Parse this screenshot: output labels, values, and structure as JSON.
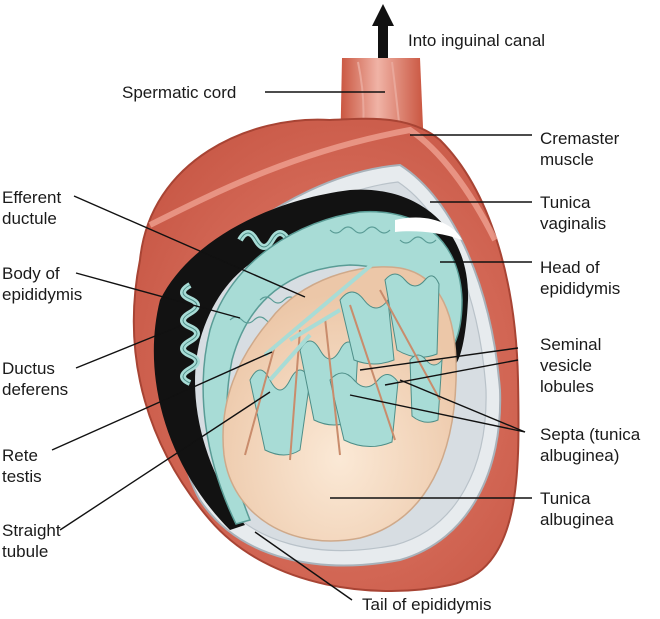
{
  "labels": {
    "inguinal": "Into inguinal canal",
    "spermatic_cord": "Spermatic cord",
    "cremaster": [
      "Cremaster",
      "muscle"
    ],
    "tunica_vaginalis": [
      "Tunica",
      "vaginalis"
    ],
    "head_epididymis": [
      "Head of",
      "epididymis"
    ],
    "seminal_vesicle": [
      "Seminal",
      "vesicle",
      "lobules"
    ],
    "septa": [
      "Septa (tunica",
      "albuginea)"
    ],
    "tunica_albuginea": [
      "Tunica",
      "albuginea"
    ],
    "tail_epididymis": "Tail of epididymis",
    "efferent": [
      "Efferent",
      "ductule"
    ],
    "body_epididymis": [
      "Body of",
      "epididymis"
    ],
    "ductus": [
      "Ductus",
      "deferens"
    ],
    "rete": [
      "Rete",
      "testis"
    ],
    "straight": [
      "Straight",
      "tubule"
    ]
  },
  "colors": {
    "muscle": "#d4604e",
    "muscle_dark": "#b84a3a",
    "vaginalis": "#e4e8ec",
    "tubule": "#a8dcd6",
    "tubule_dark": "#5a9c96",
    "albuginea": "#f6dfc8",
    "black_space": "#121212"
  }
}
